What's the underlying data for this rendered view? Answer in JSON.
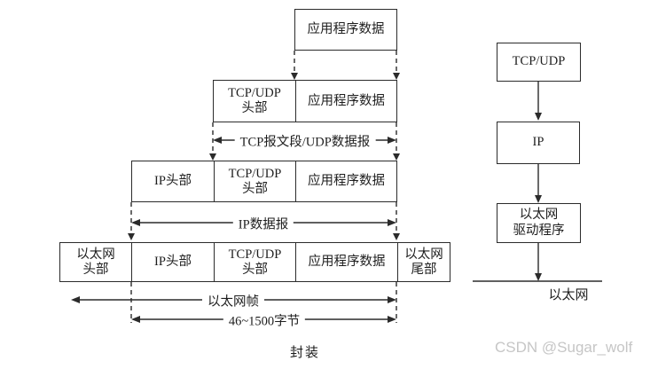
{
  "colors": {
    "line": "#2b2b2b",
    "text": "#1e1e1e",
    "watermark": "#c6c6c6",
    "background": "#ffffff"
  },
  "stack": {
    "row1": [
      "应用程序数据"
    ],
    "row2": [
      "TCP/UDP\n头部",
      "应用程序数据"
    ],
    "row3": [
      "IP头部",
      "TCP/UDP\n头部",
      "应用程序数据"
    ],
    "row4": [
      "以太网\n头部",
      "IP头部",
      "TCP/UDP\n头部",
      "应用程序数据",
      "以太网\n尾部"
    ],
    "labels": {
      "tcp_segment": "TCP报文段/UDP数据报",
      "ip_datagram": "IP数据报",
      "ethernet_frame": "以太网帧",
      "byte_range": "46~1500字节"
    },
    "caption": "封装"
  },
  "protocol_stack": {
    "boxes": [
      "TCP/UDP",
      "IP",
      "以太网\n驱动程序"
    ],
    "network_label": "以太网"
  },
  "watermark": "CSDN @Sugar_wolf"
}
